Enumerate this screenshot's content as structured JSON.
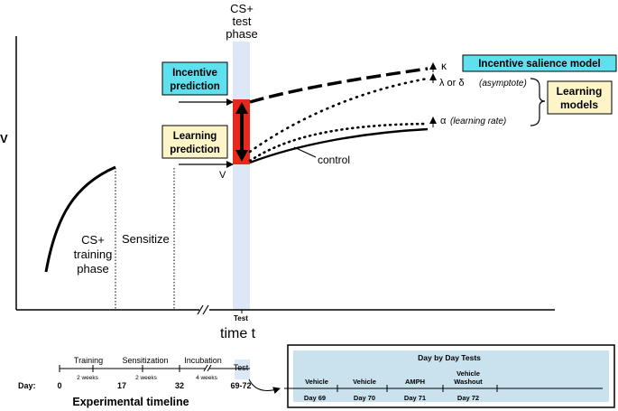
{
  "graph": {
    "y_axis_label": "V",
    "x_axis_label": "time t",
    "test_tick_label": "Test",
    "cs_test_phase": [
      "CS+",
      "test",
      "phase"
    ],
    "cs_training_phase": [
      "CS+",
      "training",
      "phase"
    ],
    "sensitize_label": "Sensitize",
    "incentive_prediction": [
      "Incentive",
      "prediction"
    ],
    "learning_prediction": [
      "Learning",
      "prediction"
    ],
    "v_marker": "V",
    "control_label": "control",
    "kappa_label": "κ",
    "lambda_label": "λ or  δ",
    "asymptote_label": "(asymptote)",
    "alpha_label": "α",
    "learning_rate_label": "(learning rate)",
    "incentive_salience_model": "Incentive salience model",
    "learning_models": [
      "Learning",
      "models"
    ],
    "colors": {
      "cyan_box": "#5fe0ee",
      "yellow_box": "#fdf5c8",
      "test_band": "#dde8f6",
      "red_bar": "#e8281c"
    }
  },
  "timeline": {
    "day_label": "Day:",
    "phases": [
      {
        "name": "Training",
        "duration": "2 weeks"
      },
      {
        "name": "Sensitization",
        "duration": "2 weeks"
      },
      {
        "name": "Incubation",
        "duration": "4 weeks"
      },
      {
        "name": "Test",
        "duration": ""
      }
    ],
    "days": [
      "0",
      "17",
      "32",
      "69-72"
    ],
    "title": "Experimental timeline"
  },
  "day_tests": {
    "title": "Day by Day Tests",
    "tests": [
      {
        "treatment": [
          "Vehicle"
        ],
        "day": "Day 69"
      },
      {
        "treatment": [
          "Vehicle"
        ],
        "day": "Day 70"
      },
      {
        "treatment": [
          "AMPH"
        ],
        "day": "Day 71"
      },
      {
        "treatment": [
          "Vehicle",
          "Washout"
        ],
        "day": "Day 72"
      }
    ]
  }
}
